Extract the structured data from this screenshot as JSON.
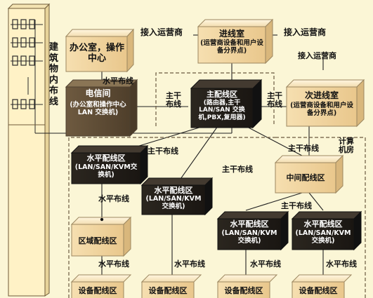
{
  "building_label": "建筑物内布线",
  "office": "办公室，操作中心",
  "telecom_room": {
    "title": "电信间",
    "sub": "(办公室和操作中心 LAN 交换机)"
  },
  "entrance_room": {
    "title": "进线室",
    "sub": "(运营商设备和用户设备分界点)"
  },
  "secondary_entrance": {
    "title": "次进线室",
    "sub": "(运营商设备和用户设备分界点)"
  },
  "main_distribution": {
    "title": "主配线区",
    "sub": "(路由器,主干LAN/SAN 交换机,PBX,复用器)"
  },
  "access_provider_left": "接入运营商",
  "access_provider_right": "接入运营商",
  "access_provider_secondary": "接入运营商",
  "computer_room": "计算机房",
  "horizontal_cabling": "水平布线",
  "backbone_left": "主干布线",
  "backbone_right": "主干布线",
  "backbone": "主干布线",
  "intermediate": "中间配线区",
  "zone": "区域配线区",
  "hda": {
    "title": "水平配线区",
    "sub": "(LAN/SAN/KVM交换机)"
  },
  "equipment": "设备配线区"
}
